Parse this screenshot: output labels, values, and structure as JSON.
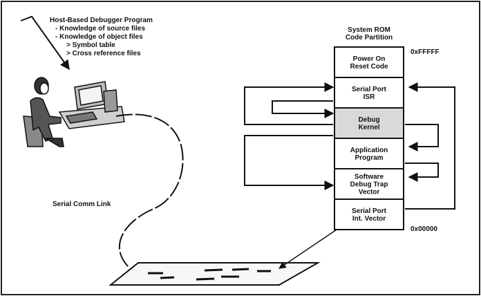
{
  "host_note": {
    "title": "Host-Based Debugger Program",
    "items": [
      "- Knowledge of source files",
      "- Knowledge of object files",
      "> Symbol table",
      "> Cross reference files"
    ]
  },
  "rom": {
    "title_line1": "System ROM",
    "title_line2": "Code Partition",
    "addr_high": "0xFFFFF",
    "addr_low": "0x00000",
    "blocks": [
      {
        "line1": "Power On",
        "line2": "Reset Code",
        "shaded": false
      },
      {
        "line1": "Serial Port",
        "line2": "ISR",
        "shaded": false
      },
      {
        "line1": "Debug",
        "line2": "Kernel",
        "shaded": true
      },
      {
        "line1": "Application",
        "line2": "Program",
        "shaded": false
      },
      {
        "line1": "Software",
        "line2": "Debug Trap",
        "line3": "Vector",
        "shaded": false
      },
      {
        "line1": "Serial Port",
        "line2": "Int. Vector",
        "shaded": false
      }
    ]
  },
  "link_label": "Serial Comm Link",
  "colors": {
    "ink": "#111111",
    "shade": "#d9d9d9",
    "page": "#ffffff"
  }
}
